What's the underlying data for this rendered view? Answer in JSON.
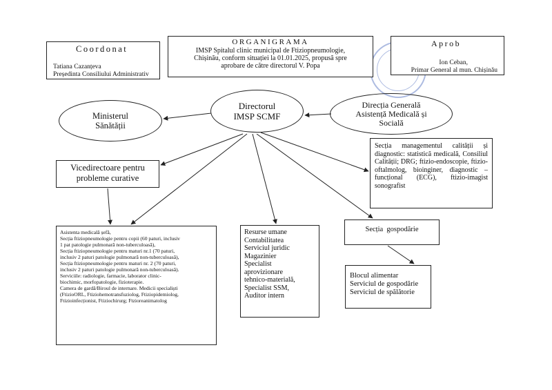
{
  "header": {
    "coordonat": {
      "title": "Coordonat",
      "name": "Tatiana Cazanțeva",
      "role": "Președinta Consiliului Administrativ"
    },
    "organigrama": {
      "title": "ORGANIGRAMA",
      "lines": [
        "IMSP Spitalul clinic municipal de Ftiziopneumologie,",
        "Chișinău, conform situației la 01.01.2025, propusă spre",
        "aprobare de către directorul V. Popa"
      ]
    },
    "aprob": {
      "title": "Aprob",
      "name": "Ion Ceban,",
      "role": "Primar General al mun. Chișinău"
    }
  },
  "nodes": {
    "ministerul": [
      "Ministerul",
      "Sănătății"
    ],
    "directorul": [
      "Directorul",
      "IMSP SCMF"
    ],
    "directia": [
      "Direcția Generală",
      "Asistență Medicală și",
      "Socială"
    ],
    "vicedirector": [
      "Vicedirectoare pentru",
      "probleme curative"
    ],
    "management": [
      "Secția managementul calității și diagnostic: statistică medicală, Consiliul Calității; DRG; ftizio-endoscopie, ftizio-oftalmolog, bioinginer, diagnostic – funcțional (ECG), ftizio-imagist sonografist"
    ],
    "asistenta": [
      "Asistenta medicală șefă,",
      "  Secția ftiziopneumologie pentru copii (60 paturi, inclusiv",
      "  1 pat patologie pulmonară non-tuberculoasă),",
      "  Secția ftiziopneumologie pentru maturi nr.1 (70 paturi,",
      "  inclusiv 2 paturi patologie pulmonară non-tuberculoasă),",
      "Secția ftiziopneumologie pentru maturi nr. 2 (70 paturi,",
      "  inclusiv 2 paturi patologie pulmonară non-tuberculoasă).",
      "  Serviciile: radiologie, farmacie, laborator clinic-",
      "  biochimic, morfopatologie, fizioterapie.",
      "Camera de gardă/Biroul de internare. Medicii specialiști",
      "(FtizioORL, Ftiziohemotransfuziolog, Ftiziopidemiolog,",
      "Ftizioinfecționist, Ftiziochirurg; Ftzioreanimatolog"
    ],
    "resurse": [
      "Resurse umane",
      "Contabilitatea",
      "Serviciul juridic",
      "Magazinier",
      "Specialist",
      "aprovizionare",
      "tehnico-materială,",
      "Specialist SSM,",
      "Auditor intern"
    ],
    "gospodarie": [
      "Secția  gospodărie"
    ],
    "bloc": [
      "Blocul alimentar",
      "Serviciul de gospodărie",
      "Serviciul de spălătorie"
    ]
  },
  "colors": {
    "line": "#222222",
    "stamp": "#6b85c9"
  }
}
